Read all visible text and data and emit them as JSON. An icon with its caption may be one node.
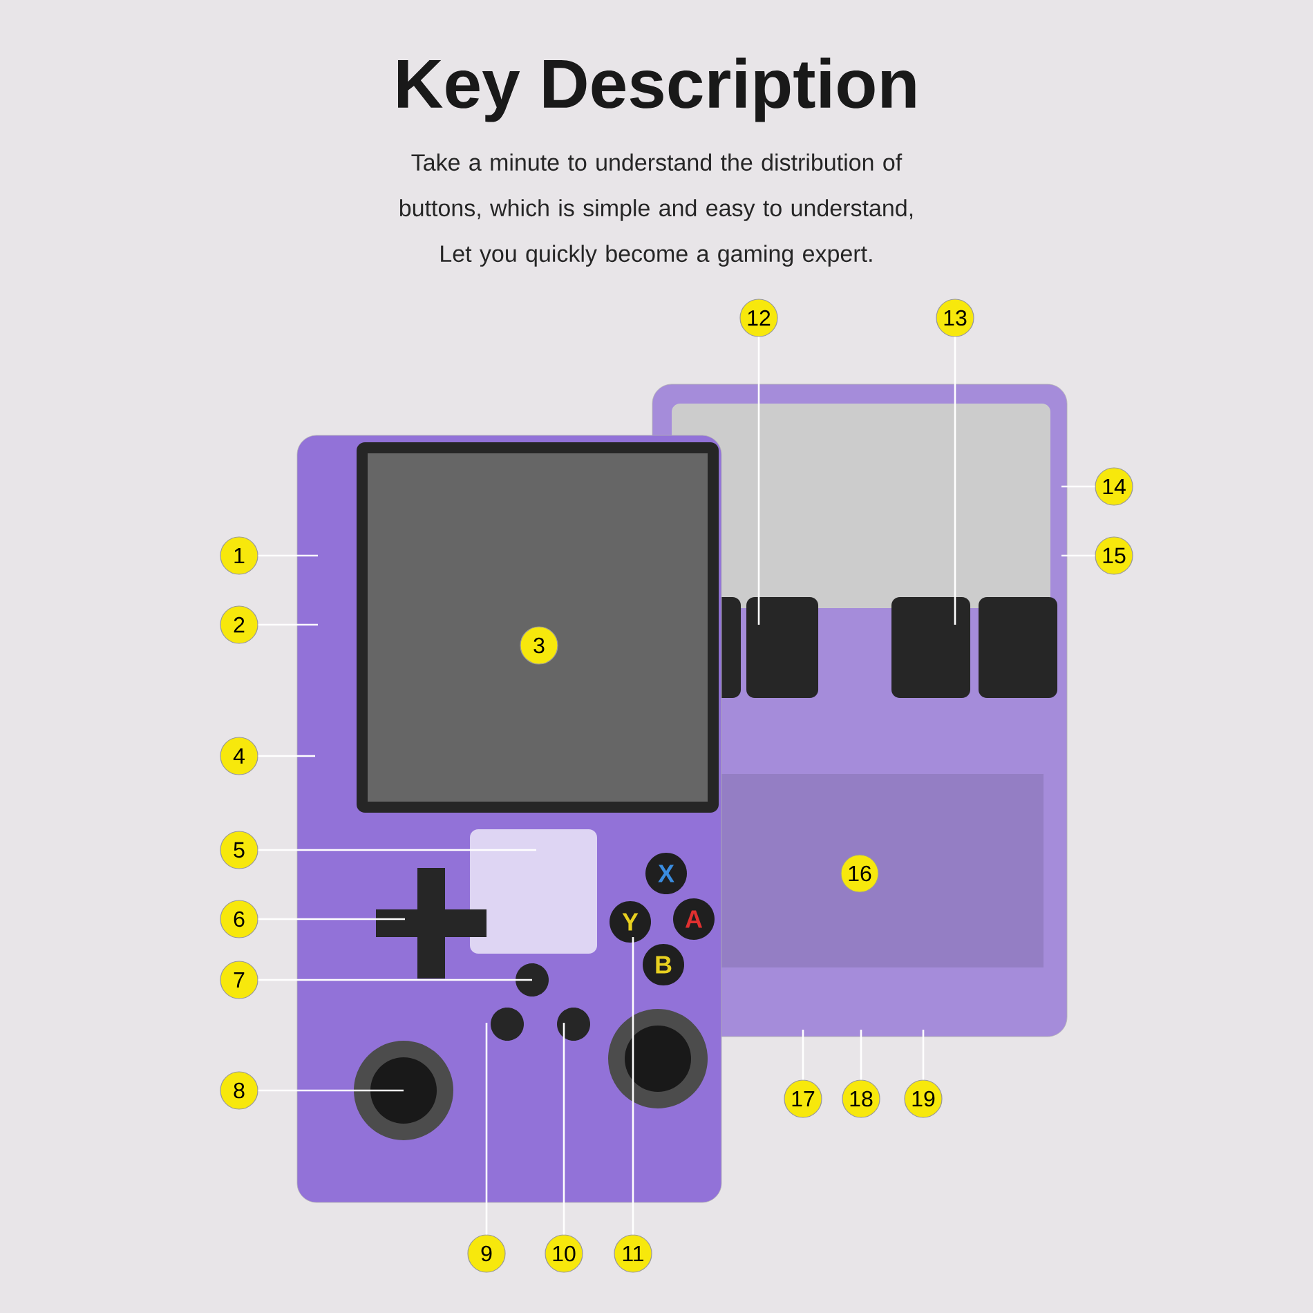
{
  "diagram": {
    "title": "Key Description",
    "nodes": [
      {
        "text": [],
        "shape": "picture"
      },
      {
        "text": [],
        "shape": "picture"
      },
      {
        "text": [
          "1"
        ]
      },
      {
        "text": [
          "2"
        ]
      },
      {
        "text": [
          "3"
        ],
        "in": 0
      },
      {
        "text": [
          "4"
        ]
      },
      {
        "text": [
          "5"
        ]
      },
      {
        "text": [
          "6"
        ]
      },
      {
        "text": [
          "7"
        ]
      },
      {
        "text": [
          "8"
        ]
      },
      {
        "text": [
          "9"
        ]
      },
      {
        "text": [
          "10"
        ]
      },
      {
        "text": [
          "11"
        ]
      },
      {
        "text": [
          "12"
        ]
      },
      {
        "text": [
          "13"
        ]
      },
      {
        "text": [
          "14"
        ]
      },
      {
        "text": [
          "15"
        ]
      },
      {
        "text": [
          "16"
        ],
        "in": 1
      },
      {
        "text": [
          "17"
        ]
      },
      {
        "text": [
          "18"
        ]
      },
      {
        "text": [
          "19"
        ]
      }
    ],
    "edges": [
      {
        "from": 2,
        "to": 0,
        "arrow": "none"
      },
      {
        "from": 3,
        "to": 0,
        "arrow": "none"
      },
      {
        "from": 5,
        "to": 0,
        "arrow": "none"
      },
      {
        "from": 6,
        "to": 0,
        "arrow": "none"
      },
      {
        "from": 7,
        "to": 0,
        "arrow": "none"
      },
      {
        "from": 8,
        "to": 0,
        "arrow": "none"
      },
      {
        "from": 9,
        "to": 0,
        "arrow": "none"
      },
      {
        "from": 10,
        "to": 0,
        "arrow": "none"
      },
      {
        "from": 11,
        "to": 0,
        "arrow": "none"
      },
      {
        "from": 12,
        "to": 0,
        "arrow": "none"
      },
      {
        "from": 13,
        "to": 1,
        "arrow": "none"
      },
      {
        "from": 14,
        "to": 1,
        "arrow": "none"
      },
      {
        "from": 15,
        "to": 1,
        "arrow": "none"
      },
      {
        "from": 16,
        "to": 1,
        "arrow": "none"
      },
      {
        "from": 18,
        "to": 1,
        "arrow": "none"
      },
      {
        "from": 19,
        "to": 1,
        "arrow": "none"
      },
      {
        "from": 20,
        "to": 1,
        "arrow": "none"
      }
    ],
    "labels": [
      "Take a minute to understand the distribution of buttons, which is simple and easy to understand, Let you quickly become a gaming expert.",
      "X",
      "Y",
      "A",
      "B"
    ]
  }
}
